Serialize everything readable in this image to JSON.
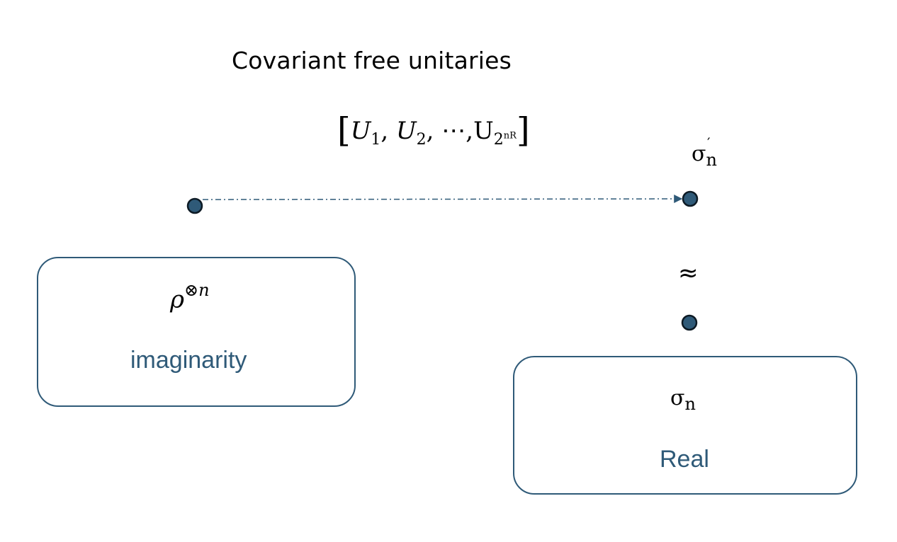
{
  "title": "Covariant free unitaries",
  "unitaries": {
    "open": "[",
    "u1_base": "U",
    "u1_sub": "1",
    "sep1": ",",
    "u2_base": "U",
    "u2_sub": "2",
    "sep2": ",",
    "ellipsis": "⋯",
    "sep3": ",",
    "ulast_base": "U",
    "ulast_sub": "2",
    "ulast_exp": "nR",
    "close": "]"
  },
  "sigma_prime": {
    "base": "σ",
    "sub": "n",
    "prime": "′"
  },
  "approx": "≈",
  "left_state": {
    "base": "ρ",
    "exp": "⊗n",
    "label": "imaginarity"
  },
  "right_state": {
    "base": "σ",
    "sub": "n",
    "label": "Real"
  },
  "colors": {
    "accent": "#2f5a78",
    "dot_fill": "#2f5a78",
    "arrow": "#2f5a78"
  }
}
